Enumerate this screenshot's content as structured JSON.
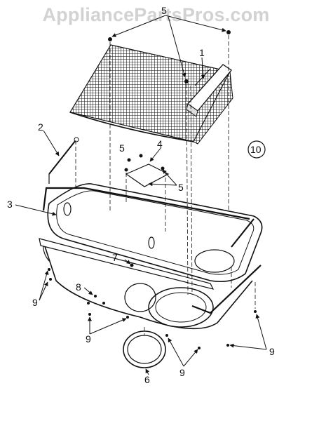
{
  "watermark": "AppliancePartsPros.com",
  "callouts": {
    "c1": "1",
    "c2": "2",
    "c3": "3",
    "c4": "4",
    "c5a": "5",
    "c5b": "5",
    "c5c": "5",
    "c6": "6",
    "c7": "7",
    "c8": "8",
    "c9a": "9",
    "c9b": "9",
    "c9c": "9",
    "c9d": "9",
    "c10": "10"
  },
  "colors": {
    "ink": "#111111",
    "watermark": "#d2d2d2"
  }
}
